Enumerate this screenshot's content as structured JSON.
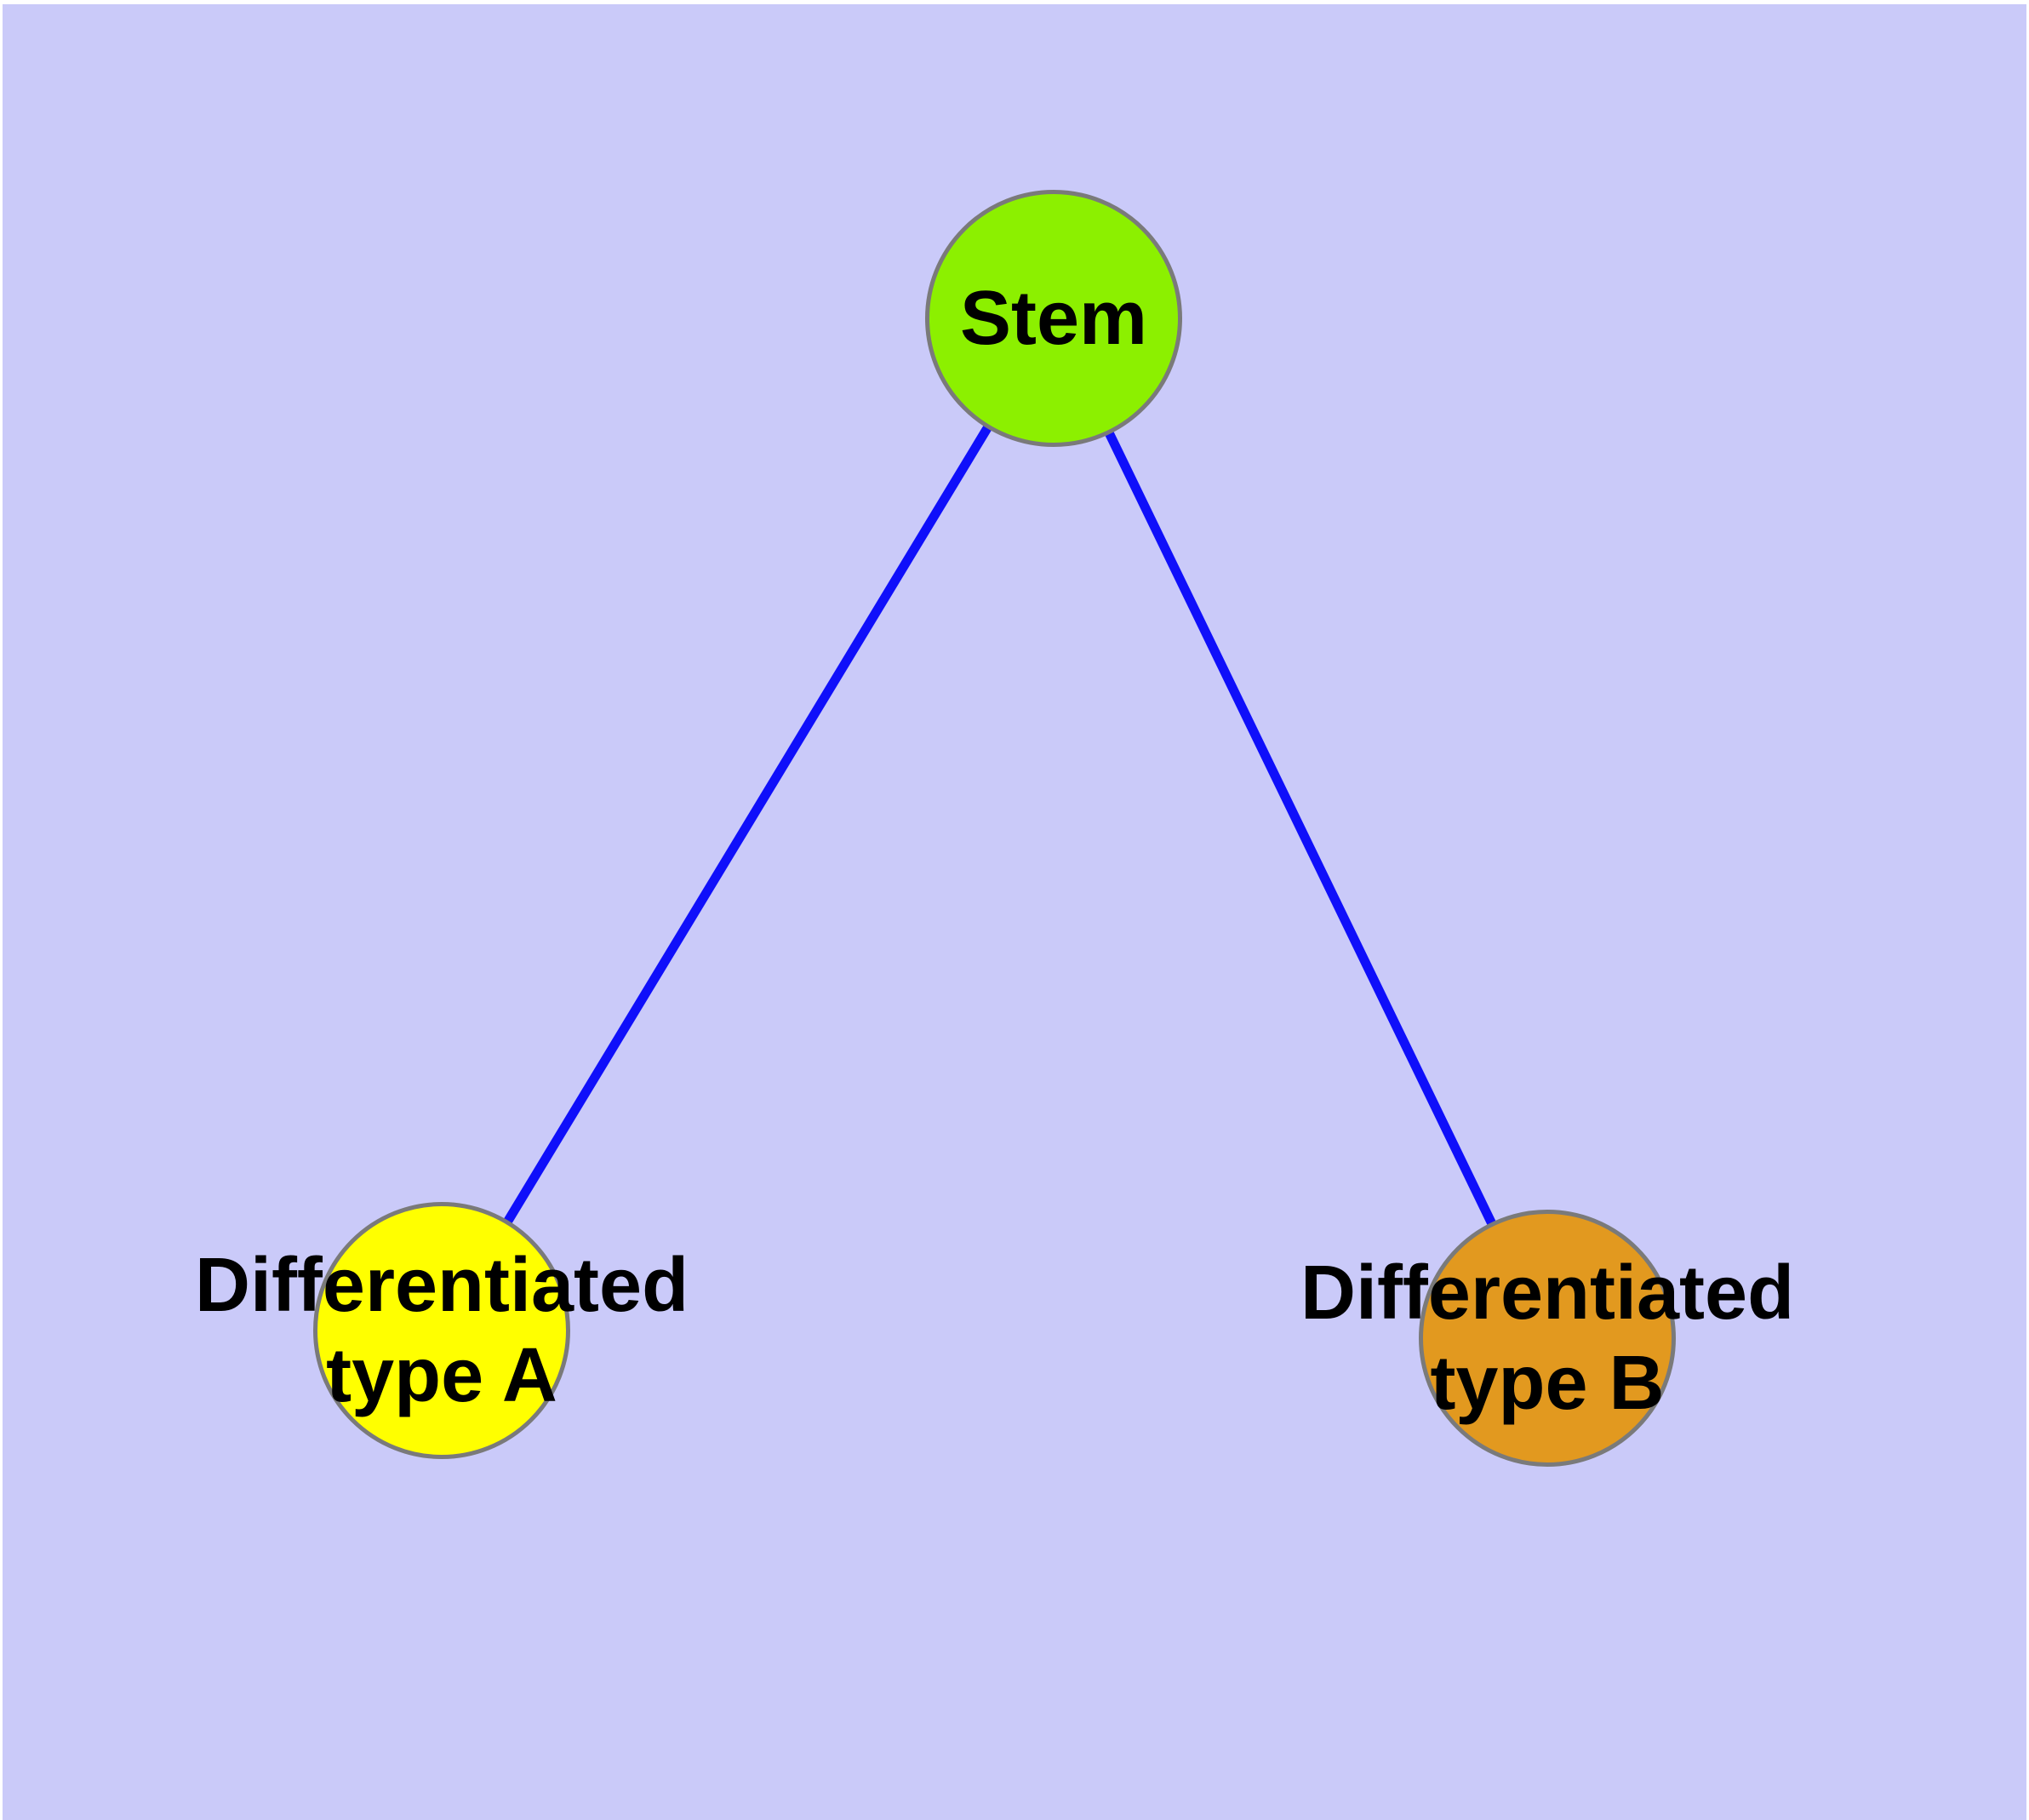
{
  "diagram": {
    "background_color": "#cacaf9",
    "frame_color": "#ffffff",
    "edge_color": "#0f0ffa",
    "node_border_color": "#7a7a7a",
    "nodes": [
      {
        "id": "stem",
        "label": "Stem",
        "fill": "#8cf000"
      },
      {
        "id": "type-a",
        "label_line1": "Differentiated",
        "label_line2": "type A",
        "fill": "#ffff00"
      },
      {
        "id": "type-b",
        "label_line1": "Differentiated",
        "label_line2": "type B",
        "fill": "#e2991f"
      }
    ],
    "edges": [
      {
        "from": "stem",
        "to": "type-a"
      },
      {
        "from": "stem",
        "to": "type-b"
      }
    ]
  }
}
